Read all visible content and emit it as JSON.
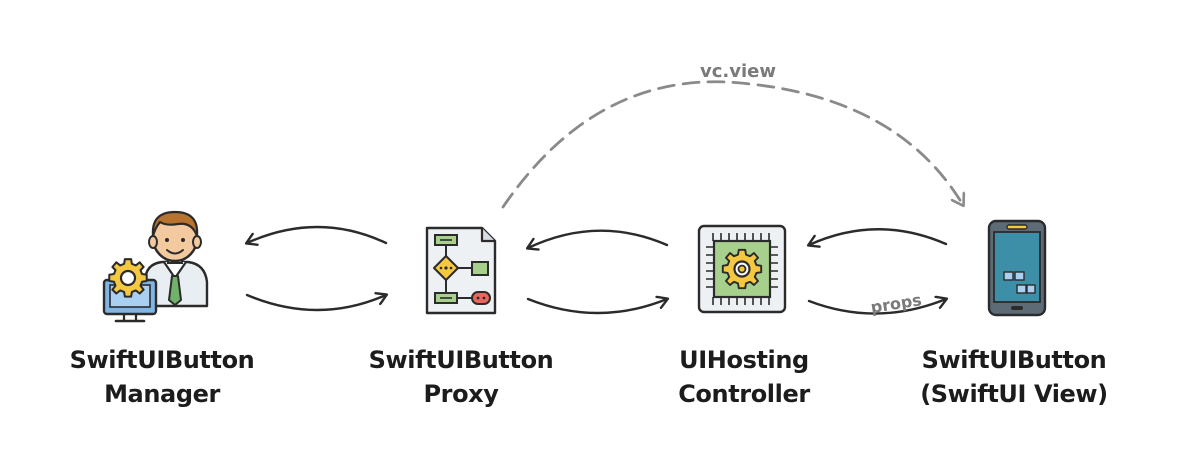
{
  "nodes": [
    {
      "id": "manager",
      "line1": "SwiftUIButton",
      "line2": "Manager",
      "icon": "manager-icon"
    },
    {
      "id": "proxy",
      "line1": "SwiftUIButton",
      "line2": "Proxy",
      "icon": "flowchart-document-icon"
    },
    {
      "id": "hosting",
      "line1": "UIHosting",
      "line2": "Controller",
      "icon": "chip-gear-icon"
    },
    {
      "id": "view",
      "line1": "SwiftUIButton",
      "line2": "(SwiftUI View)",
      "icon": "smartphone-icon"
    }
  ],
  "edges": {
    "vc_view_label": "vc.view",
    "props_label": "props"
  },
  "colors": {
    "stroke": "#2b2b2b",
    "dashed": "#8a8a8a",
    "yellow": "#f5c842",
    "green": "#a8d08d",
    "blue": "#7fb6e6",
    "teal": "#3d8fa8",
    "skin": "#f3c9a0",
    "hair": "#b8732e",
    "red": "#e8675f"
  }
}
